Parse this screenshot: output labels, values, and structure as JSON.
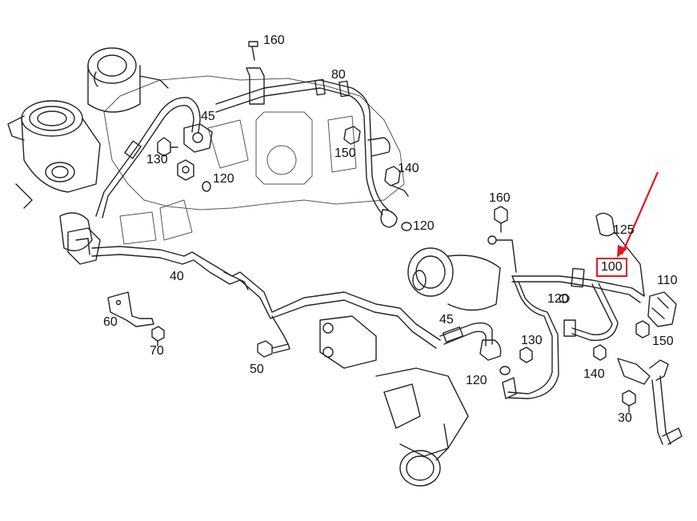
{
  "diagram": {
    "highlight_color": "#e0191f",
    "labels": {
      "p160_top": "160",
      "p80": "80",
      "p45_top": "45",
      "p130_top": "130",
      "p120_top": "120",
      "p150_top": "150",
      "p140_top": "140",
      "p120_mid": "120",
      "p40": "40",
      "p60": "60",
      "p70": "70",
      "p50": "50",
      "p160_right": "160",
      "p125": "125",
      "p100": "100",
      "p110": "110",
      "p120_right": "120",
      "p45_bottom": "45",
      "p130_bottom": "130",
      "p150_right": "150",
      "p140_right": "140",
      "p120_bottom": "120",
      "p30": "30"
    }
  }
}
